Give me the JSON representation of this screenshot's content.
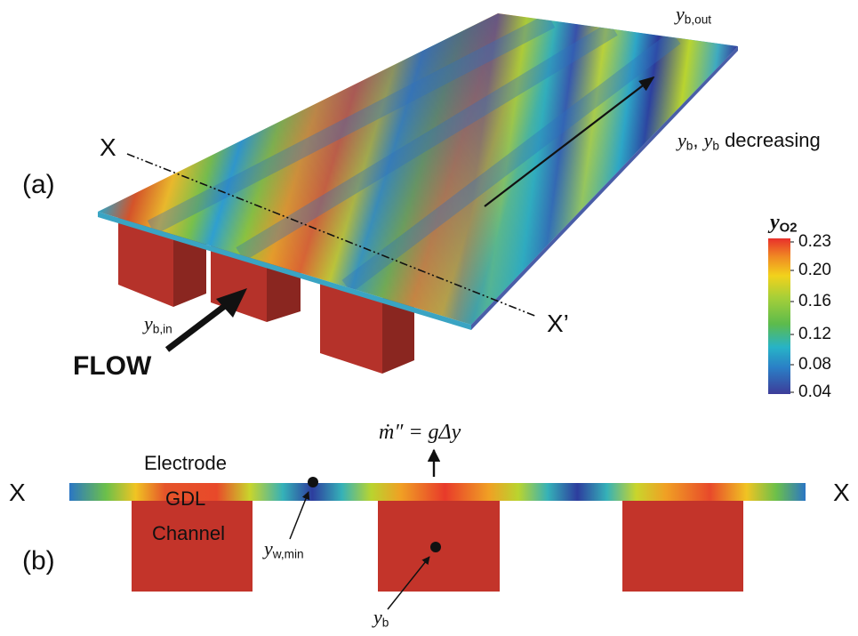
{
  "panel_a": {
    "label": "(a)",
    "section_start": "X",
    "section_end": "X’",
    "flow_label": "FLOW",
    "y_in": {
      "symbol": "y",
      "sub": "b,in"
    },
    "y_out": {
      "symbol": "y",
      "sub": "b,out"
    },
    "decreasing": {
      "sym1": "y",
      "sub1": "b",
      "sep": ",",
      "sym2": "y",
      "sub2": "b",
      "text": "decreasing"
    }
  },
  "colorbar": {
    "title": "y",
    "title_sub": "O2",
    "ticks": [
      "0.23",
      "0.20",
      "0.16",
      "0.12",
      "0.08",
      "0.04"
    ],
    "colors": [
      "#e8302b",
      "#f07a22",
      "#f2d21c",
      "#8cc63e",
      "#27a9c9",
      "#3d3c99"
    ]
  },
  "panel_b": {
    "label": "(b)",
    "left_x": "X",
    "right_x": "X",
    "electrode": "Electrode",
    "gdl": "GDL",
    "channel": "Channel",
    "flux_equation": "ṁ″ = gΔy",
    "y_wall": {
      "symbol": "y",
      "sub": "w,min"
    },
    "y_bulk": {
      "symbol": "y",
      "sub": "b"
    }
  }
}
